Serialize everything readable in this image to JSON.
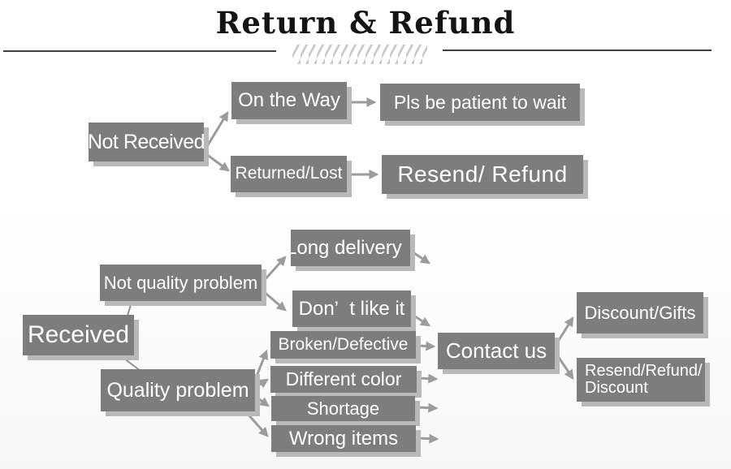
{
  "title": "Return & Refund",
  "palette": {
    "box_gray": "#7d7d7d",
    "box_text": "#ffffff",
    "shadow": "#b9b9b9",
    "arrow_gray": "#9c9c9c",
    "line_dark": "#3f3f3f",
    "title_color": "#141414",
    "hatch_gray": "#c6c6c6",
    "background": "#fdfdfd"
  },
  "nodes": {
    "not_received": {
      "label": "Not Received"
    },
    "on_the_way": {
      "label": "On the Way"
    },
    "pls_wait": {
      "label": "Pls be patient to wait"
    },
    "returned_lost": {
      "label": "Returned/Lost"
    },
    "resend_refund": {
      "label": "Resend/ Refund"
    },
    "received": {
      "label": "Received"
    },
    "not_quality_problem": {
      "label": "Not quality problem"
    },
    "long_delivery": {
      "label": "Long delivery"
    },
    "dont_like_it": {
      "label": "Don’  t like it"
    },
    "broken_defective": {
      "label": "Broken/Defective"
    },
    "different_color": {
      "label": "Different color"
    },
    "shortage": {
      "label": "Shortage"
    },
    "wrong_items": {
      "label": "Wrong items"
    },
    "quality_problem": {
      "label": "Quality problem"
    },
    "contact_us": {
      "label": "Contact us"
    },
    "discount_gifts": {
      "label": "Discount/Gifts"
    },
    "resend_refund_discount": {
      "label": "Resend/Refund/\nDiscount"
    }
  },
  "edges": [
    {
      "from": "not_received",
      "to": "on_the_way",
      "type": "arrow"
    },
    {
      "from": "not_received",
      "to": "returned_lost",
      "type": "arrow"
    },
    {
      "from": "on_the_way",
      "to": "pls_wait",
      "type": "arrow"
    },
    {
      "from": "returned_lost",
      "to": "resend_refund",
      "type": "arrow"
    },
    {
      "from": "received",
      "to": "not_quality_problem",
      "type": "line"
    },
    {
      "from": "received",
      "to": "quality_problem",
      "type": "line"
    },
    {
      "from": "not_quality_problem",
      "to": "long_delivery",
      "type": "arrow"
    },
    {
      "from": "not_quality_problem",
      "to": "dont_like_it",
      "type": "arrow"
    },
    {
      "from": "long_delivery",
      "to": "contact_us",
      "type": "arrow-stub"
    },
    {
      "from": "dont_like_it",
      "to": "contact_us",
      "type": "arrow"
    },
    {
      "from": "quality_problem",
      "to": "broken_defective",
      "type": "arrow"
    },
    {
      "from": "quality_problem",
      "to": "different_color",
      "type": "arrow"
    },
    {
      "from": "quality_problem",
      "to": "shortage",
      "type": "arrow"
    },
    {
      "from": "quality_problem",
      "to": "wrong_items",
      "type": "arrow"
    },
    {
      "from": "broken_defective",
      "to": "contact_us",
      "type": "arrow"
    },
    {
      "from": "different_color",
      "to": "contact_us",
      "type": "arrow-stub"
    },
    {
      "from": "shortage",
      "to": "contact_us",
      "type": "arrow-stub"
    },
    {
      "from": "wrong_items",
      "to": "contact_us",
      "type": "arrow-stub"
    },
    {
      "from": "contact_us",
      "to": "discount_gifts",
      "type": "arrow"
    },
    {
      "from": "contact_us",
      "to": "resend_refund_discount",
      "type": "arrow"
    }
  ]
}
